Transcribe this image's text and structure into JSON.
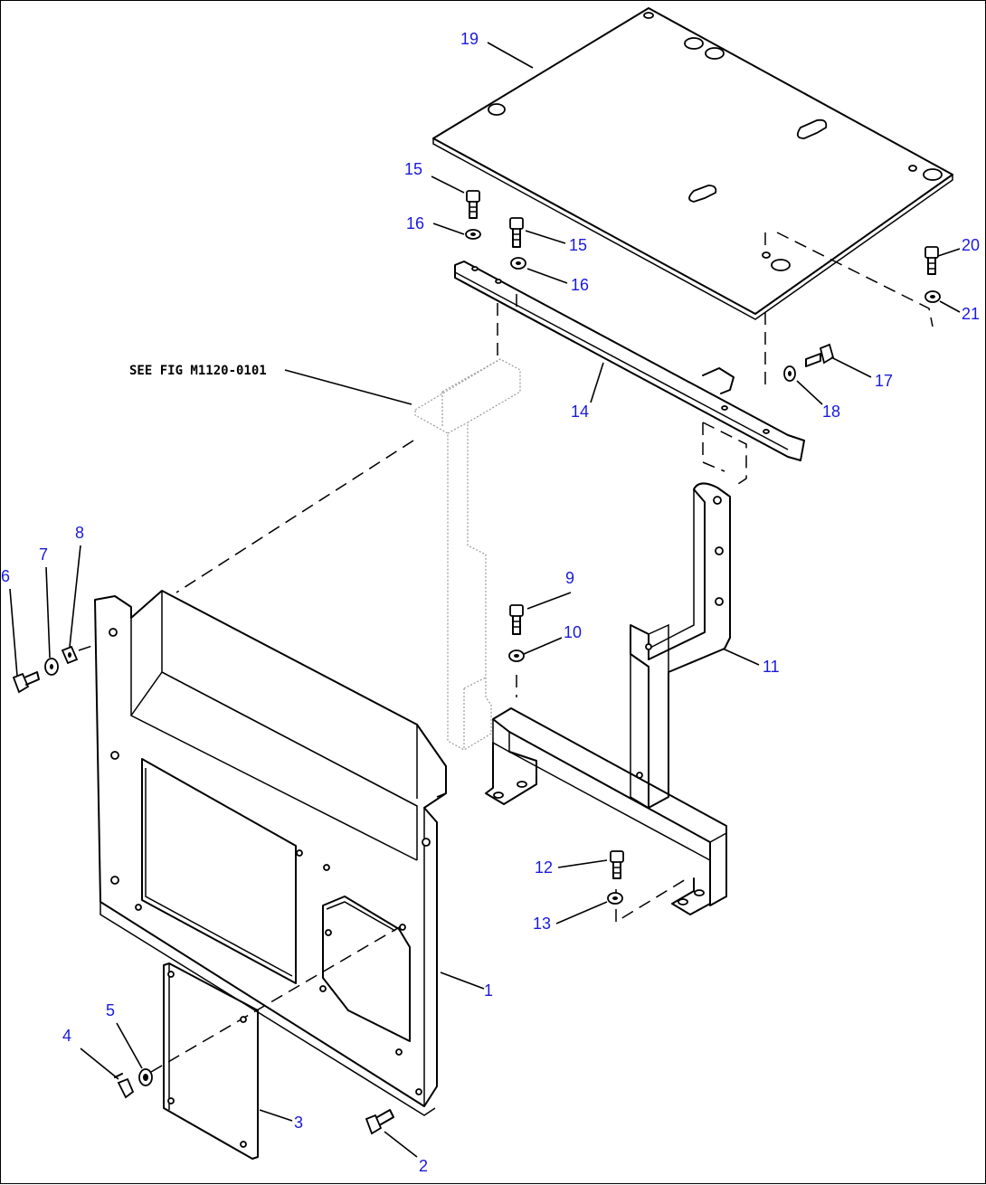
{
  "reference_note": "SEE FIG M1120-0101",
  "callouts": [
    {
      "id": "c1",
      "label": "1"
    },
    {
      "id": "c2",
      "label": "2"
    },
    {
      "id": "c3",
      "label": "3"
    },
    {
      "id": "c4",
      "label": "4"
    },
    {
      "id": "c5",
      "label": "5"
    },
    {
      "id": "c6",
      "label": "6"
    },
    {
      "id": "c7",
      "label": "7"
    },
    {
      "id": "c8",
      "label": "8"
    },
    {
      "id": "c9",
      "label": "9"
    },
    {
      "id": "c10",
      "label": "10"
    },
    {
      "id": "c11",
      "label": "11"
    },
    {
      "id": "c12",
      "label": "12"
    },
    {
      "id": "c13",
      "label": "13"
    },
    {
      "id": "c14",
      "label": "14"
    },
    {
      "id": "c15a",
      "label": "15"
    },
    {
      "id": "c15b",
      "label": "15"
    },
    {
      "id": "c16a",
      "label": "16"
    },
    {
      "id": "c16b",
      "label": "16"
    },
    {
      "id": "c17",
      "label": "17"
    },
    {
      "id": "c18",
      "label": "18"
    },
    {
      "id": "c19",
      "label": "19"
    },
    {
      "id": "c20",
      "label": "20"
    },
    {
      "id": "c21",
      "label": "21"
    }
  ],
  "colors": {
    "callout": "#1a1adc",
    "line": "#000000",
    "ghost": "#9a9a9a"
  }
}
